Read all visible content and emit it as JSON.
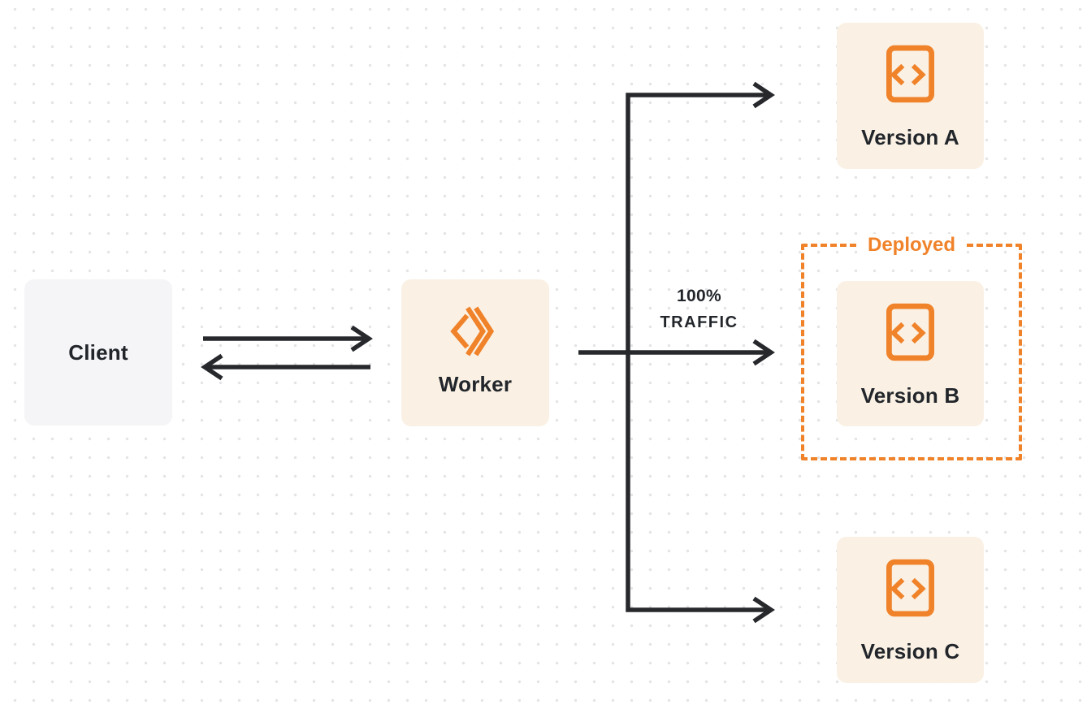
{
  "colors": {
    "accent_orange": "#F0822A",
    "node_fill_cream": "#FAF1E4",
    "client_fill_gray": "#F5F5F7",
    "arrow_line": "#26282B",
    "text_dark": "#22262B",
    "background": "#FFFFFF",
    "dot": "#E4E4E7"
  },
  "nodes": {
    "client": {
      "label": "Client"
    },
    "worker": {
      "label": "Worker",
      "icon": "cloudflare-workers-logo"
    },
    "version_a": {
      "label": "Version A",
      "icon": "code-file-icon"
    },
    "version_b": {
      "label": "Version B",
      "icon": "code-file-icon"
    },
    "version_c": {
      "label": "Version C",
      "icon": "code-file-icon"
    }
  },
  "annotations": {
    "deployed_label": "Deployed",
    "traffic_line1": "100%",
    "traffic_line2": "TRAFFIC"
  }
}
